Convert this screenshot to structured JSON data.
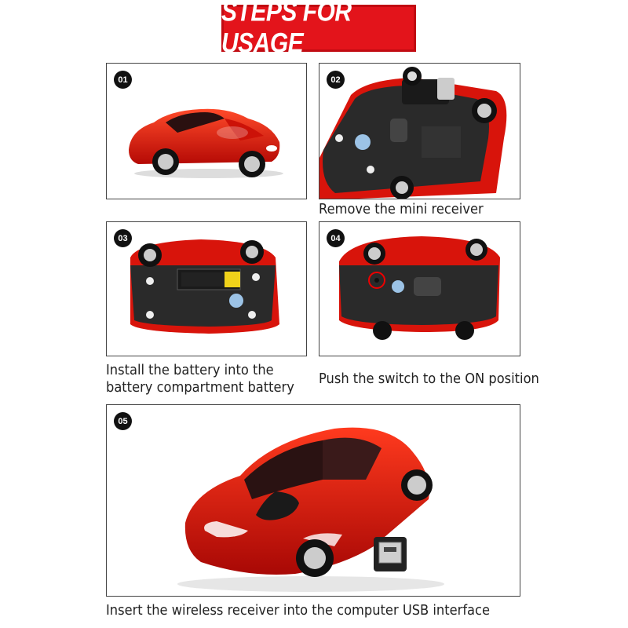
{
  "title": "STEPS FOR USAGE",
  "steps": [
    {
      "number": "01",
      "caption": ""
    },
    {
      "number": "02",
      "caption": "Remove the mini receiver"
    },
    {
      "number": "03",
      "caption_line1": "Install the battery into the",
      "caption_line2": "battery compartment battery"
    },
    {
      "number": "04",
      "caption": "Push the switch to the ON position"
    },
    {
      "number": "05",
      "caption": "Insert the wireless receiver into the computer USB interface"
    }
  ],
  "colors": {
    "banner": "#e3141b",
    "car_red": "#e0150d",
    "underside": "#2a2a2a"
  }
}
